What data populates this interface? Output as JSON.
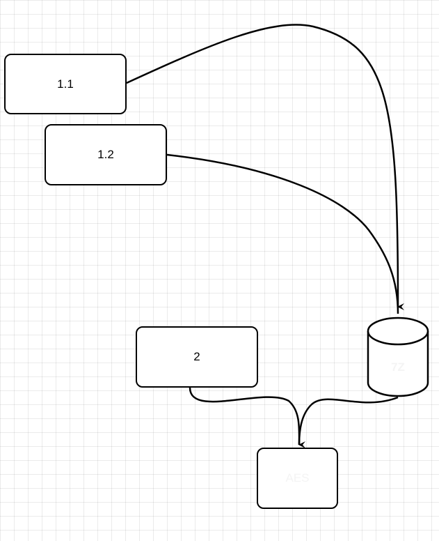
{
  "diagram": {
    "nodes": {
      "n11": {
        "label": "1.1"
      },
      "n12": {
        "label": "1.2"
      },
      "n2": {
        "label": "2"
      },
      "db": {
        "label": "7Z"
      },
      "aes": {
        "label": "AES"
      }
    },
    "colors": {
      "stroke": "#000000",
      "fill": "#ffffff",
      "grid": "#e6e6e6"
    }
  }
}
